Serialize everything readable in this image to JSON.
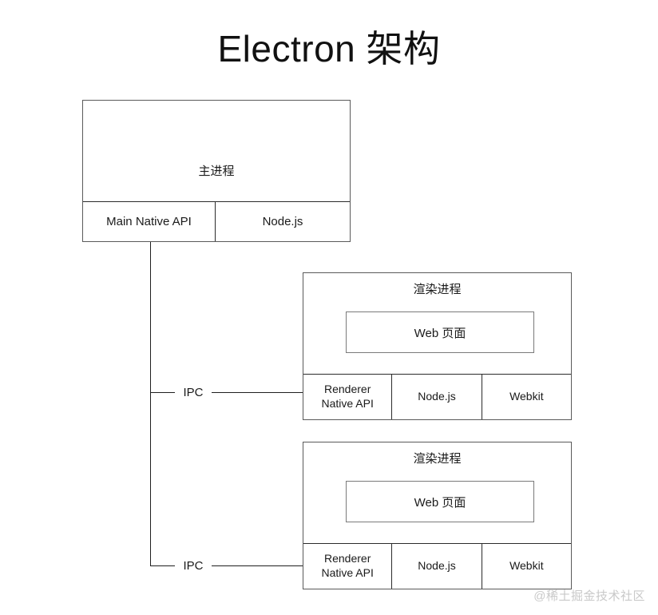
{
  "title": "Electron 架构",
  "main_process": {
    "title": "主进程",
    "cells": [
      {
        "label": "Main Native API"
      },
      {
        "label": "Node.js"
      }
    ]
  },
  "renderer_processes": [
    {
      "title": "渲染进程",
      "webpage_label": "Web 页面",
      "cells": [
        {
          "label": "Renderer\nNative API"
        },
        {
          "label": "Node.js"
        },
        {
          "label": "Webkit"
        }
      ]
    },
    {
      "title": "渲染进程",
      "webpage_label": "Web 页面",
      "cells": [
        {
          "label": "Renderer\nNative API"
        },
        {
          "label": "Node.js"
        },
        {
          "label": "Webkit"
        }
      ]
    }
  ],
  "connectors": [
    {
      "label": "IPC"
    },
    {
      "label": "IPC"
    }
  ],
  "watermark": "@稀土掘金技术社区",
  "colors": {
    "background": "#ffffff",
    "box_border": "#5a5a5a",
    "inner_border": "#2b2b2b",
    "webpage_border": "#7a7a7a",
    "line": "#1f1f1f",
    "text": "#1a1a1a",
    "watermark": "#c9c9c9"
  }
}
